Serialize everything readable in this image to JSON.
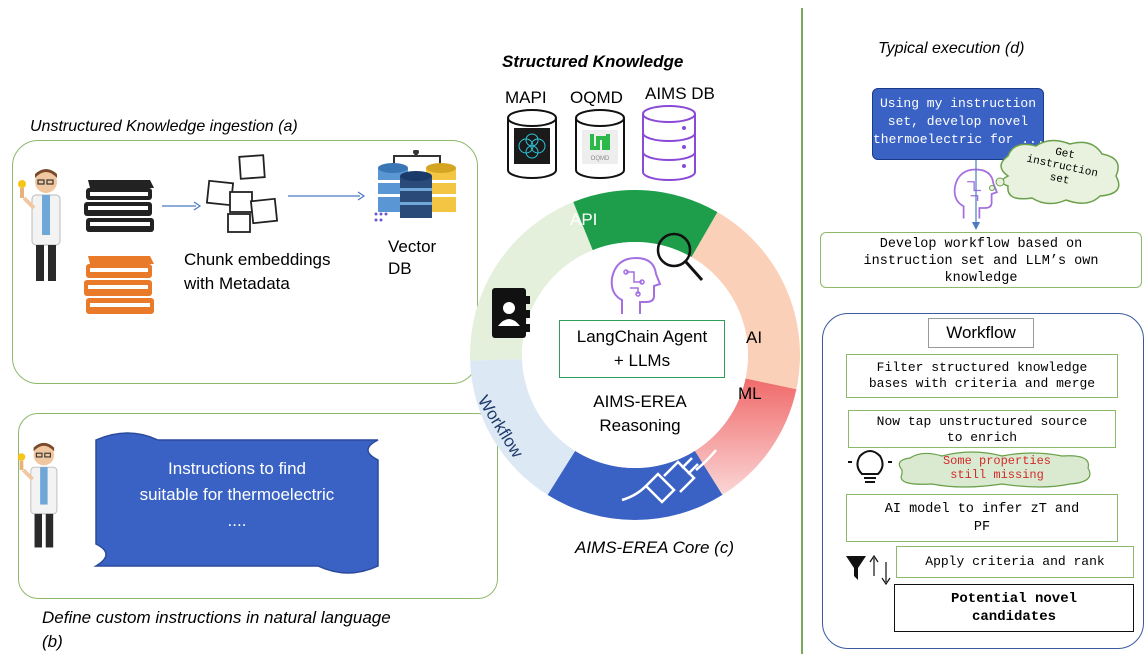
{
  "section_a": {
    "title": "Unstructured Knowledge ingestion (a)",
    "chunk_label": "Chunk embeddings\nwith Metadata",
    "vector_label": "Vector\nDB"
  },
  "section_b": {
    "title": "Define custom instructions in natural language\n(b)",
    "doc_text": "Instructions to find\nsuitable for thermoelectric\n...."
  },
  "structured": {
    "title": "Structured Knowledge",
    "db_labels": [
      "MAPI",
      "OQMD",
      "AIMS DB"
    ],
    "oqmd_logo_text": "OQMD"
  },
  "core": {
    "segments": [
      "API",
      "AI",
      "ML",
      "Workflow"
    ],
    "agent_label": "LangChain Agent\n+ LLMs",
    "reasoning_label": "AIMS-EREA\nReasoning",
    "caption": "AIMS-EREA Core (c)"
  },
  "section_d": {
    "title": "Typical execution (d)",
    "prompt": "Using my instruction\nset, develop novel\nthermoelectric for ...",
    "cloud": "Get\ninstruction\nset",
    "develop": "Develop workflow based on\ninstruction set and LLM’s own\nknowledge",
    "workflow_title": "Workflow",
    "steps": [
      "Filter structured knowledge\nbases with criteria and merge",
      "Now tap unstructured source\nto enrich",
      "AI model to infer zT and\nPF",
      "Apply criteria and rank",
      "Potential novel\ncandidates"
    ],
    "missing": "Some properties\nstill missing"
  },
  "colors": {
    "green_border": "#8db96a",
    "api_green": "#1e9e4a",
    "blue_box": "#3a62c4",
    "workflow_purple": "#a56fe0"
  }
}
